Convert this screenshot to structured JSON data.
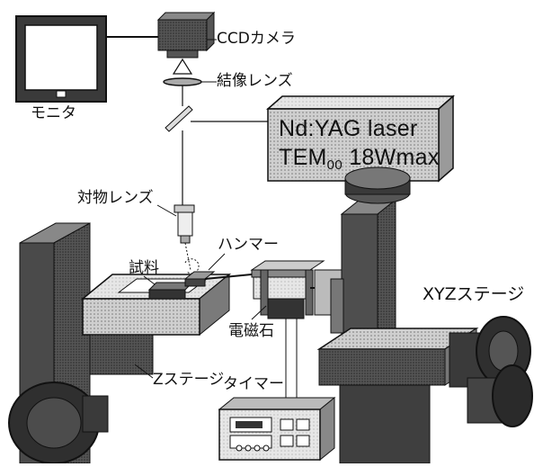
{
  "labels": {
    "ccd_camera": "CCDカメラ",
    "imaging_lens": "結像レンズ",
    "monitor": "モニタ",
    "objective_lens": "対物レンズ",
    "hammer": "ハンマー",
    "sample": "試料",
    "xyz_stage": "XYZステージ",
    "electromagnet": "電磁石",
    "z_stage": "Zステージ",
    "timer": "タイマー"
  },
  "laser": {
    "line1": "Nd:YAG laser",
    "line2_prefix": "TEM",
    "line2_sub": "00",
    "line2_suffix": " 18Wmax"
  },
  "colors": {
    "ink": "#111111",
    "dark_block": "#4a4a4a",
    "mid_block": "#8a8a8a",
    "light_block": "#d6d6d6",
    "paper": "#ffffff"
  }
}
